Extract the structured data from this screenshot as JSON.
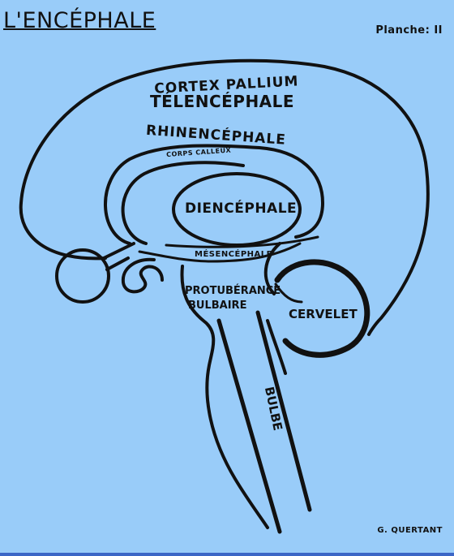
{
  "title": "L'ENCÉPHALE",
  "plate": "Planche: II",
  "author": "G. QUERTANT",
  "labels": {
    "cortex": "CORTEX PALLIUM",
    "telencephale": "TÉLENCÉPHALE",
    "rhinencephale": "RHINENCÉPHALE",
    "corps_calleux": "CORPS CALLEUX",
    "diencephale": "DIENCÉPHALE",
    "mesencephale": "MÉSENCÉPHALE",
    "protuberance": "PROTUBÉRANCE",
    "bulbaire": "BULBAIRE",
    "cervelet": "CERVELET",
    "bulbe": "BULBE"
  },
  "colors": {
    "paper": "#99ccf9",
    "ink": "#111111",
    "frame": "#3b66c6"
  }
}
